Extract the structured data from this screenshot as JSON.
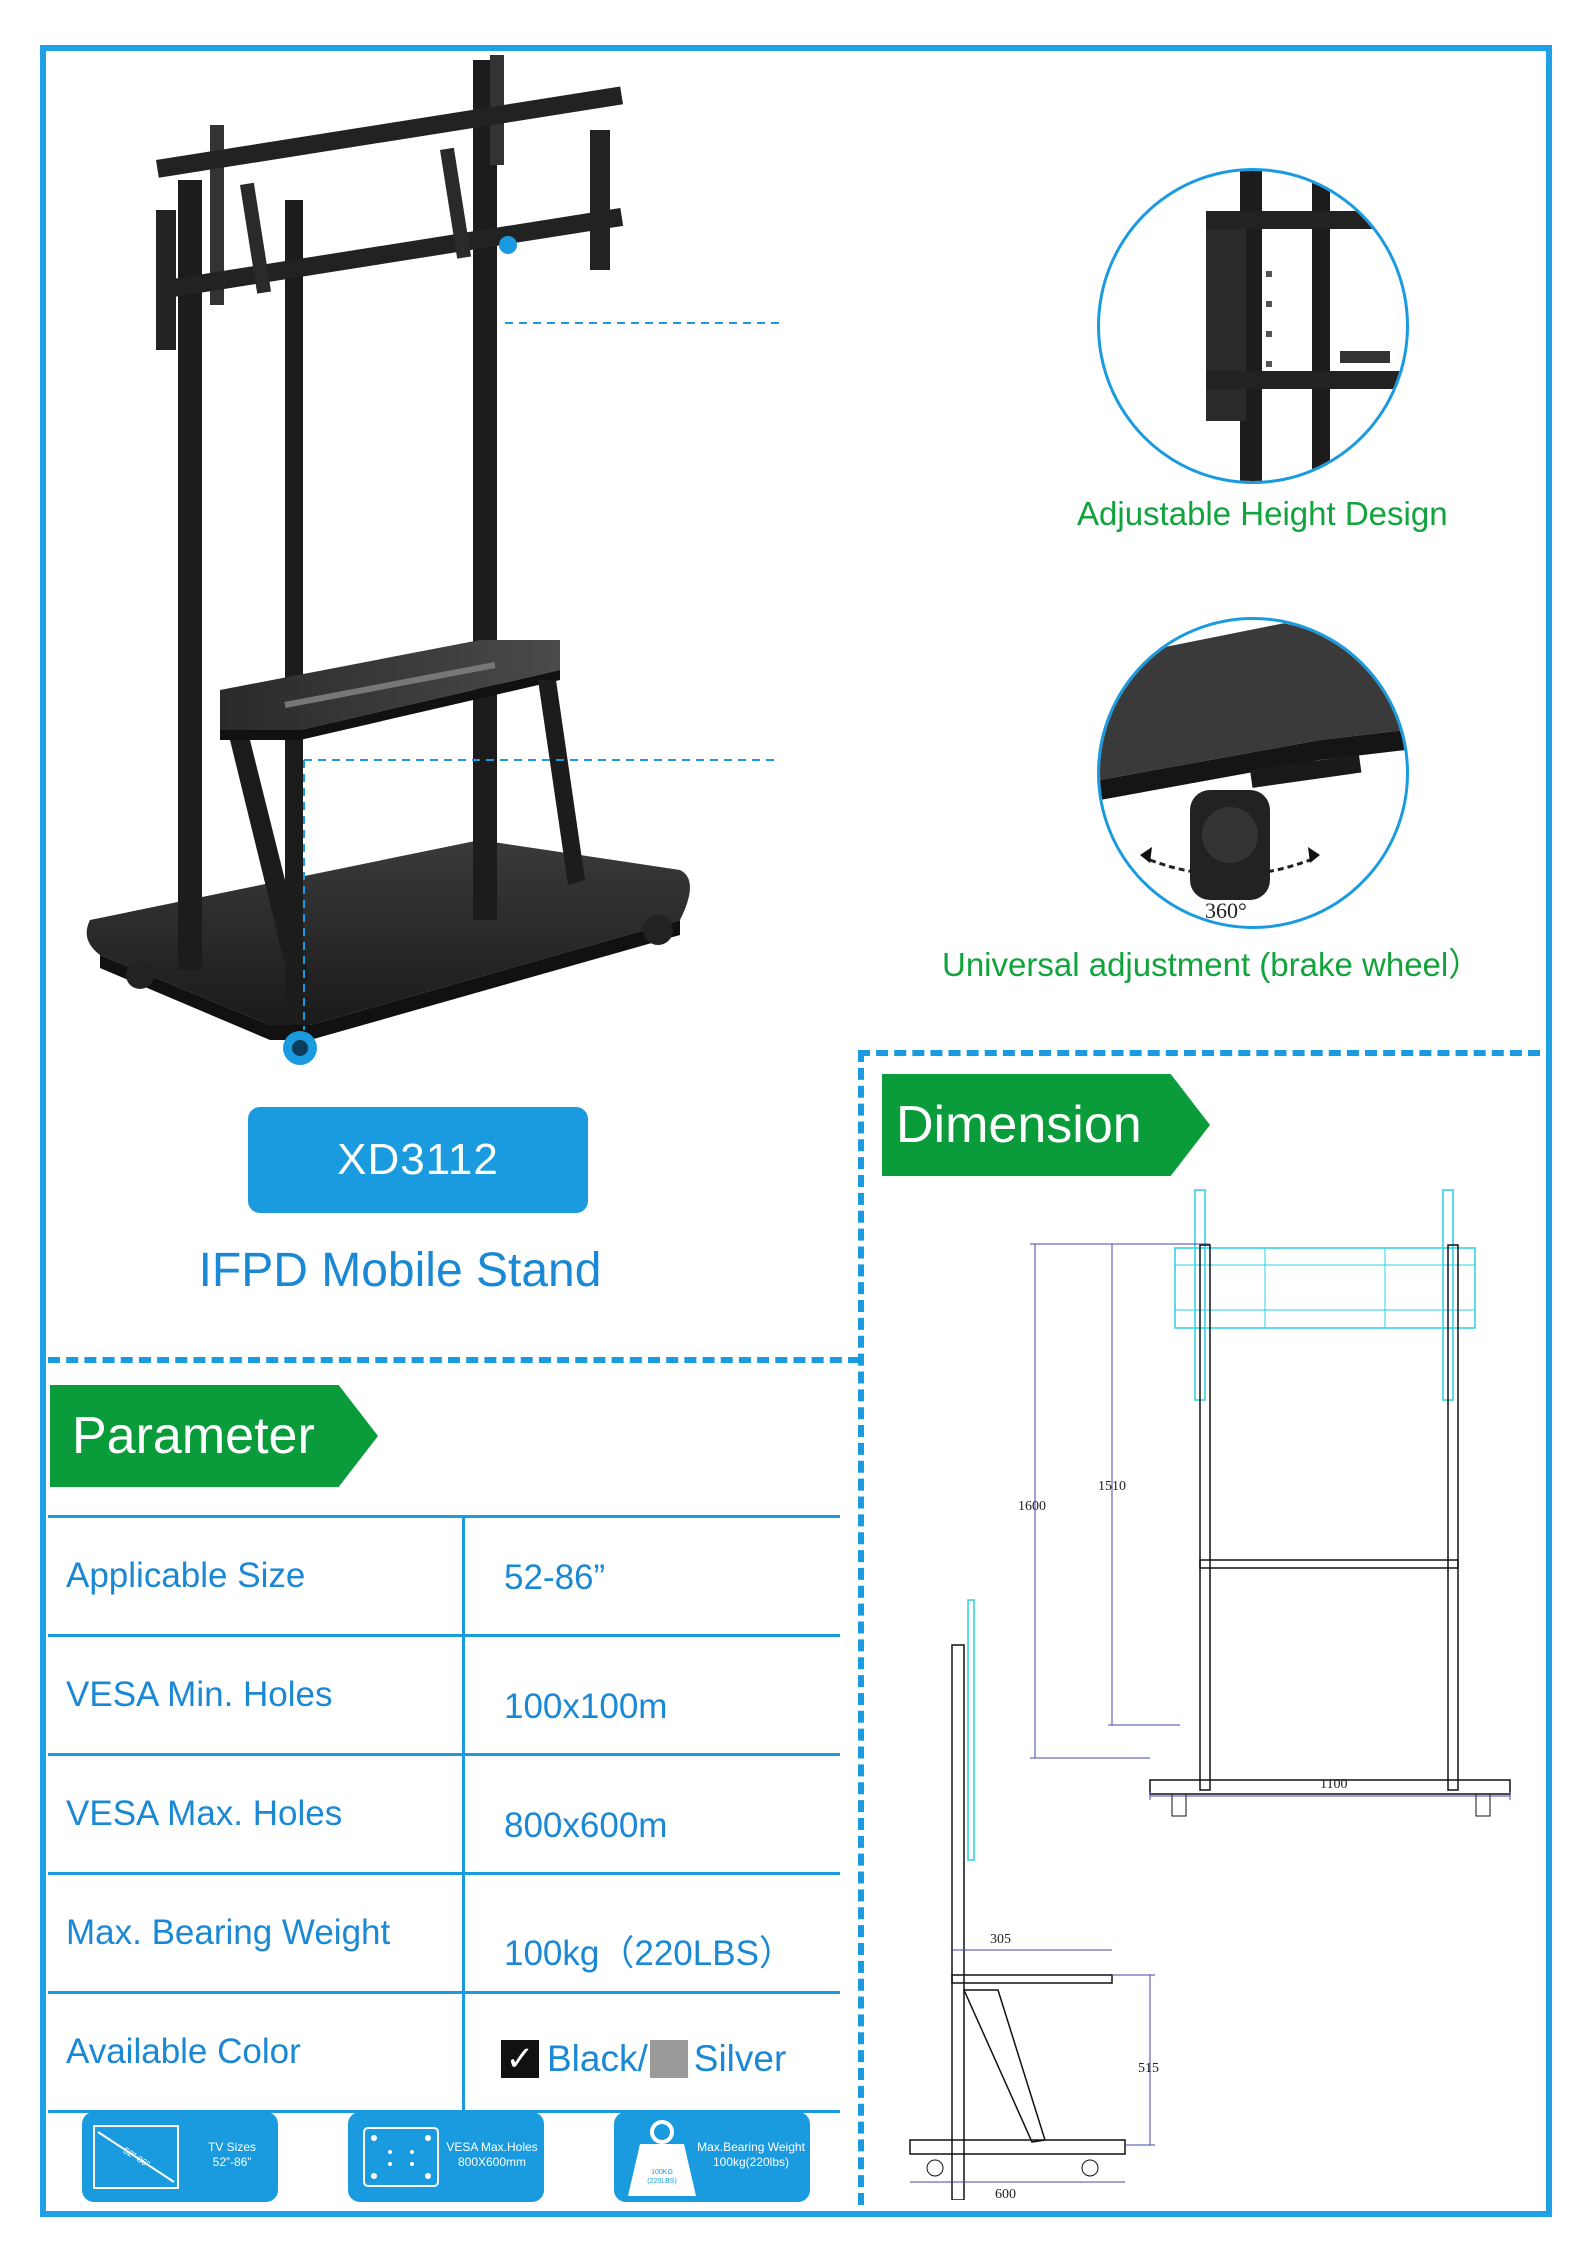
{
  "model": "XD3112",
  "product_name": "IFPD Mobile Stand",
  "features": [
    {
      "label": "Adjustable Height Design",
      "icon": "height-adjust-closeup"
    },
    {
      "label": "Universal adjustment (brake wheel）",
      "icon": "brake-wheel-closeup",
      "rotation_label": "360°"
    }
  ],
  "dimension_section": {
    "title": "Dimension",
    "front_view": {
      "height_total": "1600",
      "height_mount": "1510",
      "width_base": "1100"
    },
    "side_view": {
      "shelf_depth": "305",
      "shelf_height": "515",
      "base_depth": "600"
    }
  },
  "parameter_section": {
    "title": "Parameter",
    "rows": [
      {
        "label": "Applicable Size",
        "value": "52-86”"
      },
      {
        "label": "VESA Min. Holes",
        "value": "100x100m"
      },
      {
        "label": "VESA Max. Holes",
        "value": "800x600m"
      },
      {
        "label": "Max. Bearing Weight",
        "value": "100kg（220LBS）"
      },
      {
        "label": "Available Color",
        "value_black": "Black/",
        "value_silver": "Silver"
      }
    ]
  },
  "spec_icons": [
    {
      "icon": "tv-size-icon",
      "title": "TV Sizes",
      "value": "52”-86”",
      "inner": "52”-86”"
    },
    {
      "icon": "vesa-holes-icon",
      "title": "VESA Max.Holes",
      "value": "800X600mm"
    },
    {
      "icon": "weight-icon",
      "title": "Max.Bearing Weight",
      "value": "100kg(220lbs)",
      "inner": "100KG\n(220LBS)"
    }
  ],
  "colors": {
    "accent_blue": "#1a9be0",
    "green": "#0a9c3a",
    "swatch_black": "#111111",
    "swatch_silver": "#9a9a9a"
  }
}
